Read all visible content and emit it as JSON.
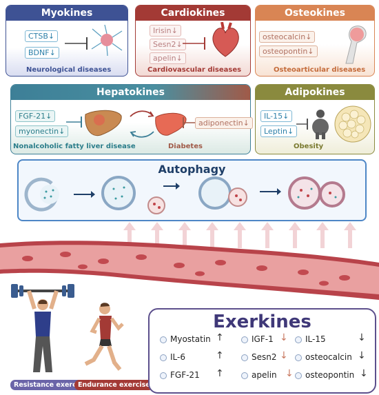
{
  "colors": {
    "myokines": "#3e5294",
    "cardiokines": "#a33a35",
    "osteokines": "#d98554",
    "hepatokines": "#3d7f97",
    "adipokines": "#8a8a3e",
    "autophagy_border": "#4d86c6",
    "exerkines_border": "#5c4f8c"
  },
  "myokines": {
    "title": "Myokines",
    "items": [
      "CTSB↓",
      "BDNF↓"
    ],
    "disease": "Neurological diseases"
  },
  "cardiokines": {
    "title": "Cardiokines",
    "items": [
      "Irisin↓",
      "Sesn2↓",
      "apelin↓"
    ],
    "disease": "Cardiovascular diseases"
  },
  "osteokines": {
    "title": "Osteokines",
    "items": [
      "osteocalcin↓",
      "osteopontin↓"
    ],
    "disease": "Osteoarticular diseases"
  },
  "hepatokines": {
    "title": "Hepatokines",
    "items": [
      "FGF-21↓",
      "myonectin↓",
      "adiponectin↓"
    ],
    "disease1": "Nonalcoholic fatty liver disease",
    "disease2": "Diabetes"
  },
  "adipokines": {
    "title": "Adipokines",
    "items": [
      "IL-15↓",
      "Leptin↓"
    ],
    "disease": "Obesity"
  },
  "autophagy": {
    "title": "Autophagy"
  },
  "exerkines": {
    "title": "Exerkines",
    "items": [
      {
        "name": "Myostatin",
        "arrow": "↑"
      },
      {
        "name": "IGF-1",
        "arrow": "↓"
      },
      {
        "name": "IL-15",
        "arrow": "↓"
      },
      {
        "name": "IL-6",
        "arrow": "↑"
      },
      {
        "name": "Sesn2",
        "arrow": "↓"
      },
      {
        "name": "osteocalcin",
        "arrow": "↓"
      },
      {
        "name": "FGF-21",
        "arrow": "↑"
      },
      {
        "name": "apelin",
        "arrow": "↓"
      },
      {
        "name": "osteopontin",
        "arrow": "↓"
      }
    ]
  },
  "exercise": {
    "resistance": "Resistance exercise",
    "endurance": "Endurance exercise"
  }
}
